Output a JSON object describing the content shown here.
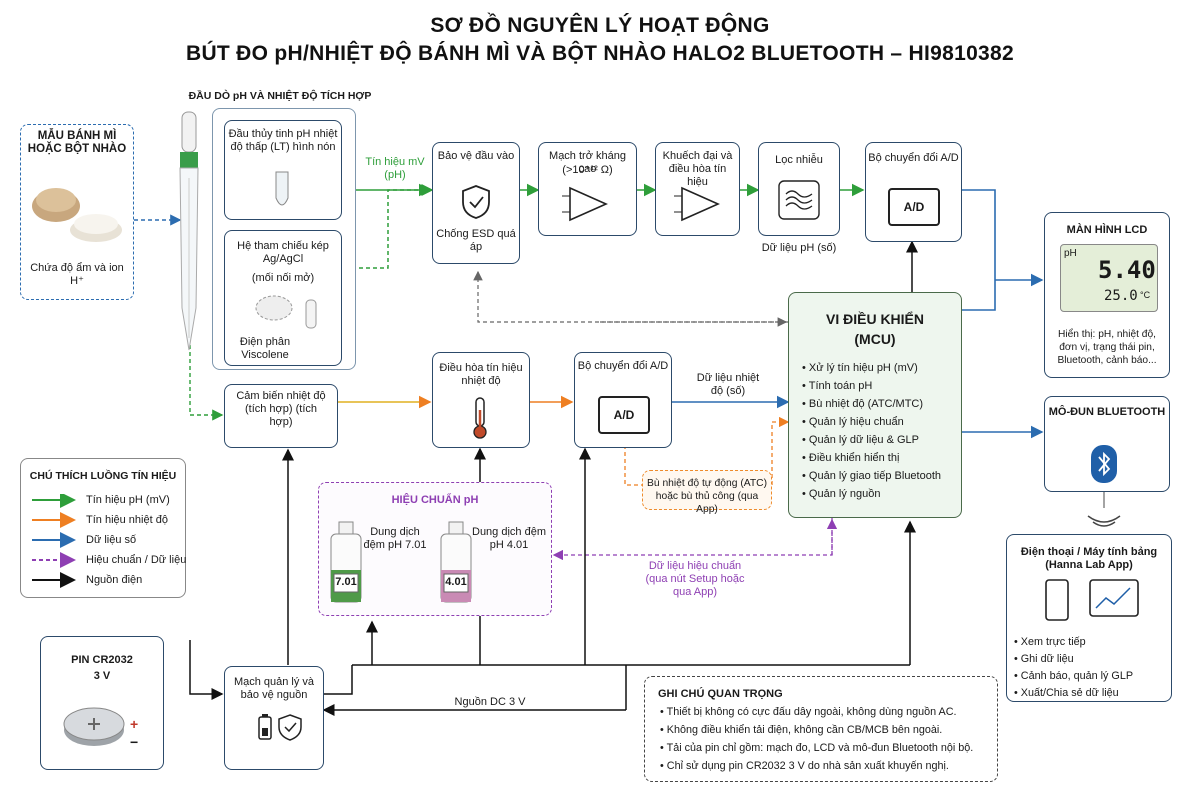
{
  "title": {
    "line1": "SƠ ĐỒ NGUYÊN LÝ HOẠT ĐỘNG",
    "line2": "BÚT ĐO pH/NHIỆT ĐỘ BÁNH MÌ VÀ BỘT NHÀO HALO2 BLUETOOTH – HI9810382"
  },
  "probe": {
    "header": "ĐẦU DÒ pH VÀ NHIỆT ĐỘ TÍCH HỢP",
    "glass": "Đầu thủy tinh pH nhiệt độ thấp (LT) hình nón",
    "reference_title": "Hệ tham chiếu kép Ag/AgCl",
    "reference_sub": "(mối nối mở)",
    "electrolyte": "Điện phân Viscolene"
  },
  "sample": {
    "title": "MẪU BÁNH MÌ HOẶC BỘT NHÀO",
    "caption": "Chứa độ ẩm và ion H⁺"
  },
  "signal_mv_label": "Tín hiệu mV (pH)",
  "chain": {
    "protect_title": "Bảo vệ đầu vào",
    "protect_sub": "Chống ESD quá áp",
    "high_impedance_title": "Mạch trở kháng cao",
    "high_impedance_sub": "(>10⁺¹² Ω)",
    "amplifier": "Khuếch đại và điều hòa tín hiệu",
    "filter": "Lọc nhiễu",
    "adc_ph": "Bộ chuyển đổi A/D",
    "adc_chip_label": "A/D",
    "ph_data_label": "Dữ liệu pH (số)"
  },
  "temperature": {
    "sensor": "Cảm biến nhiệt độ (tích hợp) (tích hợp)",
    "conditioning": "Điều hòa tín hiệu nhiệt độ",
    "adc": "Bộ chuyển đổi A/D",
    "adc_chip_label": "A/D",
    "data_label": "Dữ liệu nhiệt độ (số)"
  },
  "mcu": {
    "title": "VI ĐIỀU KHIỂN",
    "subtitle": "(MCU)",
    "items": [
      "Xử lý tín hiệu pH (mV)",
      "Tính toán pH",
      "Bù nhiệt độ (ATC/MTC)",
      "Quản lý hiệu chuẩn",
      "Quản lý dữ liệu & GLP",
      "Điều khiển hiển thị",
      "Quản lý giao tiếp Bluetooth",
      "Quản lý nguồn"
    ]
  },
  "atc_note": "Bù nhiệt độ tự động (ATC) hoặc bù thủ công (qua App)",
  "lcd": {
    "title": "MÀN HÌNH LCD",
    "ph_label": "pH",
    "ph_value": "5.40",
    "temp_value": "25.0",
    "temp_unit": "°C",
    "caption": "Hiển thị: pH, nhiệt độ, đơn vị, trạng thái pin, Bluetooth, cảnh báo..."
  },
  "bluetooth": {
    "title": "MÔ-ĐUN BLUETOOTH"
  },
  "app": {
    "title": "Điện thoại / Máy tính bảng (Hanna Lab App)",
    "items": [
      "Xem trực tiếp",
      "Ghi dữ liệu",
      "Cảnh báo, quản lý GLP",
      "Xuất/Chia sẻ dữ liệu"
    ]
  },
  "calibration": {
    "title": "HIỆU CHUẨN pH",
    "buffer1_label": "Dung dịch đệm pH 7.01",
    "buffer1_value": "7.01",
    "buffer2_label": "Dung dịch đệm pH 4.01",
    "buffer2_value": "4.01",
    "data_label": "Dữ liệu hiệu chuẩn (qua nút Setup hoặc qua App)"
  },
  "legend": {
    "title": "CHÚ THÍCH LUỒNG TÍN HIỆU",
    "items": [
      {
        "label": "Tín hiệu pH (mV)",
        "color": "#2e9e3a"
      },
      {
        "label": "Tín hiệu nhiệt độ",
        "color": "#ee7f22"
      },
      {
        "label": "Dữ liệu số",
        "color": "#2b6cb0"
      },
      {
        "label": "Hiệu chuẩn / Dữ liệu",
        "color": "#8e3fb3"
      },
      {
        "label": "Nguồn điện",
        "color": "#111111"
      }
    ]
  },
  "battery": {
    "title": "PIN CR2032",
    "voltage": "3 V",
    "plus": "+",
    "minus": "−"
  },
  "power": {
    "manager": "Mạch quản lý và bảo vệ nguồn",
    "dc_label": "Nguồn DC 3 V"
  },
  "notes": {
    "title": "GHI CHÚ QUAN TRỌNG",
    "items": [
      "Thiết bị không có cực đấu dây ngoài, không dùng nguồn AC.",
      "Không điều khiển tải điện, không cần CB/MCB bên ngoài.",
      "Tải của pin chỉ gồm: mạch đo, LCD và mô-đun Bluetooth nội bộ.",
      "Chỉ sử dụng pin CR2032 3 V do nhà sản xuất khuyến nghị."
    ]
  }
}
